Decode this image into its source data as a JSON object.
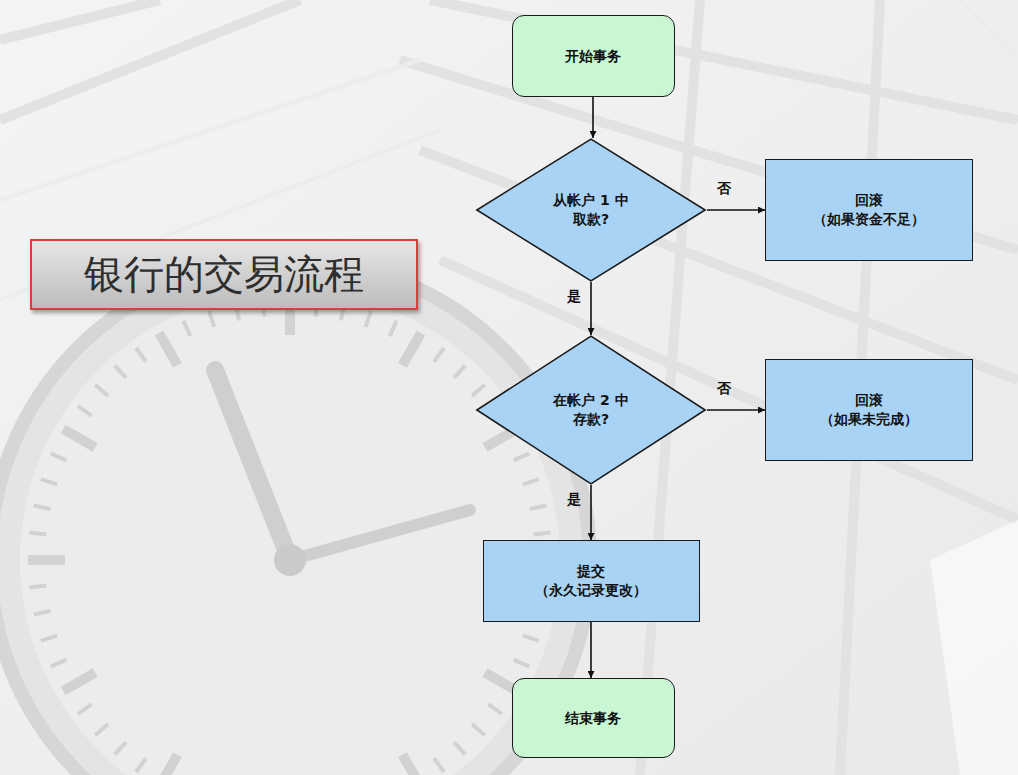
{
  "diagram": {
    "title": "银行的交易流程",
    "nodes": [
      {
        "text": [
          "开始事务"
        ]
      },
      {
        "text": [
          "从帐户 1 中 取款?"
        ]
      },
      {
        "text": [
          "回滚 （如果资金不足）"
        ]
      },
      {
        "text": [
          "在帐户 2 中 存款?"
        ]
      },
      {
        "text": [
          "回滚 （如果未完成）"
        ]
      },
      {
        "text": [
          "提交 （永久记录更改）"
        ]
      },
      {
        "text": [
          "结束事务"
        ]
      }
    ],
    "edges": [
      {
        "from": 0,
        "to": 1,
        "arrow": "to"
      },
      {
        "from": 1,
        "to": 2,
        "label": "否",
        "arrow": "to"
      },
      {
        "from": 1,
        "to": 3,
        "label": "是",
        "arrow": "to"
      },
      {
        "from": 3,
        "to": 4,
        "label": "否",
        "arrow": "to"
      },
      {
        "from": 3,
        "to": 5,
        "label": "是",
        "arrow": "to"
      },
      {
        "from": 5,
        "to": 6,
        "arrow": "to"
      }
    ]
  }
}
